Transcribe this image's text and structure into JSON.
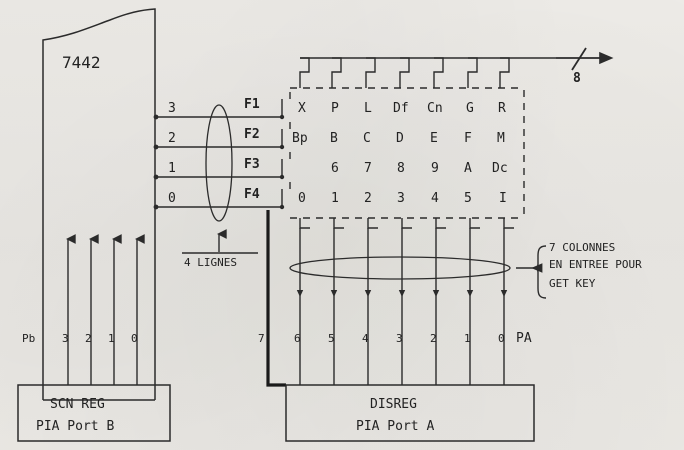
{
  "diagram": {
    "title_chip": "7442",
    "decoder_outputs": [
      "3",
      "2",
      "1",
      "0"
    ],
    "bus_labels": {
      "lines": "4 LIGNES",
      "width_marker": "8"
    },
    "row_strobes": [
      "F1",
      "F2",
      "F3",
      "F4"
    ],
    "matrix": {
      "rows": [
        {
          "strobe": "F1",
          "keys": [
            "X",
            "P",
            "L",
            "Df",
            "Cn",
            "G",
            "R"
          ]
        },
        {
          "strobe": "F2",
          "keys": [
            "Bp",
            "B",
            "C",
            "D",
            "E",
            "F",
            "M"
          ]
        },
        {
          "strobe": "F3",
          "keys": [
            "",
            "6",
            "7",
            "8",
            "9",
            "A",
            "Dc"
          ]
        },
        {
          "strobe": "F4",
          "keys": [
            "0",
            "1",
            "2",
            "3",
            "4",
            "5",
            "I"
          ]
        }
      ]
    },
    "column_note": {
      "line1": "7 COLONNES",
      "line2": "EN ENTREE POUR",
      "line3": "GET KEY"
    },
    "port_b": {
      "name": "Pb",
      "pins": [
        "3",
        "2",
        "1",
        "0"
      ],
      "box_line1": "SCN REG",
      "box_line2": "PIA Port B"
    },
    "port_a": {
      "name": "PA",
      "pins": [
        "7",
        "6",
        "5",
        "4",
        "3",
        "2",
        "1",
        "0"
      ],
      "box_line1": "DISREG",
      "box_line2": "PIA Port A"
    },
    "colors": {
      "ink": "#2b2b2b",
      "paper": "#f6f5f3"
    }
  }
}
